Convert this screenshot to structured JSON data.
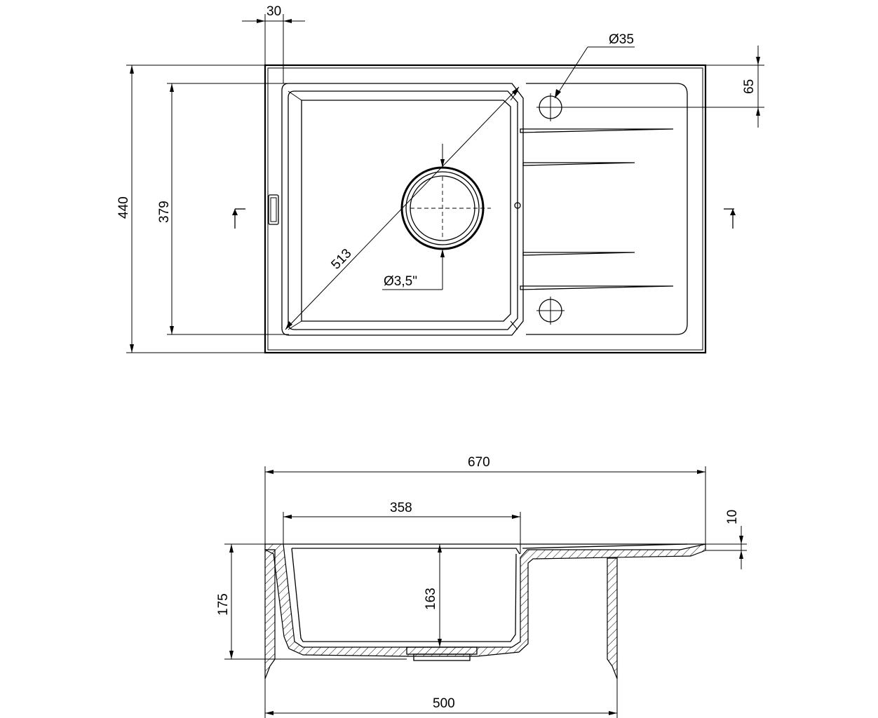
{
  "drawing": {
    "top_view": {
      "dimensions": {
        "overall_width_offset": "30",
        "drain_hole_diameter": "Ø35",
        "tap_hole_offset": "65",
        "overall_depth": "440",
        "bowl_depth": "379",
        "bowl_diagonal": "513",
        "waste_diameter": "Ø3,5\""
      }
    },
    "section_view": {
      "dimensions": {
        "overall_width": "670",
        "bowl_width": "358",
        "rim_thickness": "10",
        "overall_height": "175",
        "bowl_height": "163",
        "cabinet_width": "500"
      }
    }
  }
}
